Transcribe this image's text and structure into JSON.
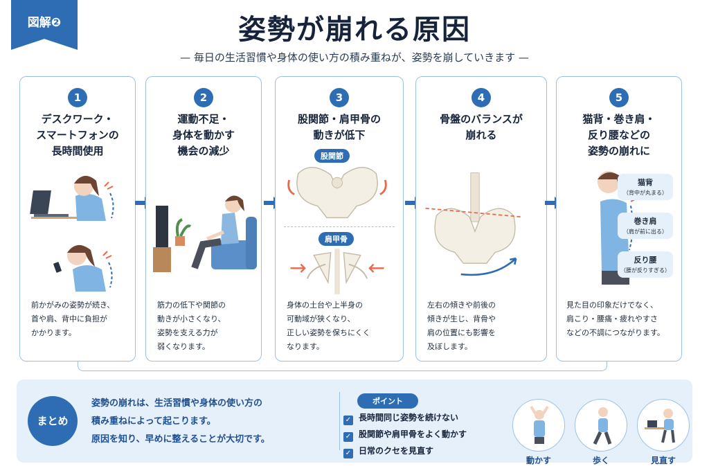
{
  "header": {
    "tag": "図解❷",
    "title": "姿勢が崩れる原因",
    "subtitle": "— 毎日の生活習慣や身体の使い方の積み重ねが、姿勢を崩していきます —"
  },
  "cards": [
    {
      "num": "1",
      "title": "デスクワーク・\nスマートフォンの\n長時間使用",
      "desc": "前かがみの姿勢が続き、\n首や肩、背中に負担が\nかかります。"
    },
    {
      "num": "2",
      "title": "運動不足・\n身体を動かす\n機会の減少",
      "desc": "筋力の低下や関節の\n動きが小さくなり、\n姿勢を支える力が\n弱くなります。"
    },
    {
      "num": "3",
      "title": "股関節・肩甲骨の\n動きが低下",
      "desc": "身体の土台や上半身の\n可動域が狭くなり、\n正しい姿勢を保ちにくく\nなります。",
      "label_hip": "股関節",
      "label_scapula": "肩甲骨"
    },
    {
      "num": "4",
      "title": "骨盤のバランスが\n崩れる",
      "desc": "左右の傾きや前後の\n傾きが生じ、背骨や\n肩の位置にも影響を\n及ぼします。"
    },
    {
      "num": "5",
      "title": "猫背・巻き肩・\n反り腰などの\n姿勢の崩れに",
      "desc": "見た目の印象だけでなく、\n肩こり・腰痛・疲れやすさ\nなどの不調につながります。",
      "bubbles": [
        {
          "title": "猫背",
          "note": "（背中が丸まる）"
        },
        {
          "title": "巻き肩",
          "note": "（肩が前に出る）"
        },
        {
          "title": "反り腰",
          "note": "（腰が反りすぎる）"
        }
      ]
    }
  ],
  "summary": {
    "label": "まとめ",
    "text": "姿勢の崩れは、生活習慣や身体の使い方の\n積み重ねによって起こります。\n原因を知り、早めに整えることが大切です。",
    "point_label": "ポイント",
    "checks": [
      "長時間同じ姿勢を続けない",
      "股関節や肩甲骨をよく動かす",
      "日常のクセを見直す"
    ],
    "actions": [
      "動かす",
      "歩く",
      "見直す"
    ]
  },
  "colors": {
    "accent": "#2e6db3",
    "light": "#e6f0fa",
    "border": "#9cc1e6",
    "warning": "#e8684a"
  }
}
